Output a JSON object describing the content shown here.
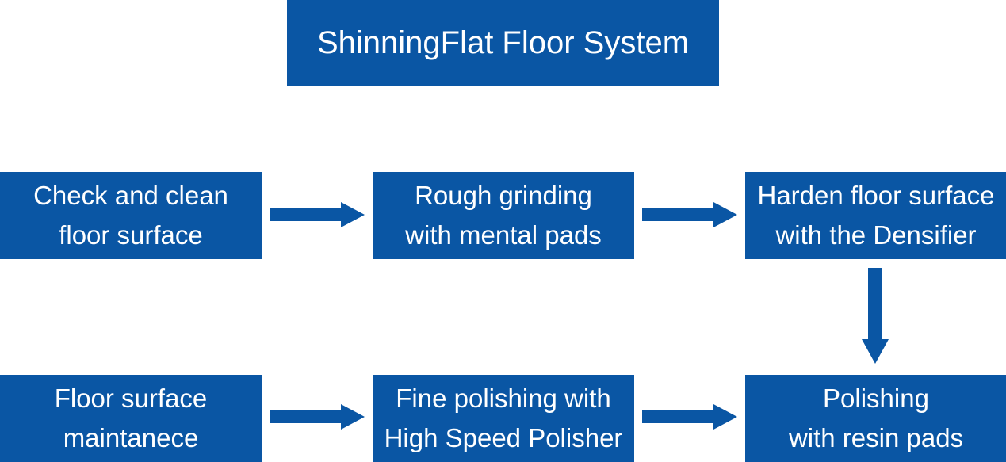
{
  "title": "ShinningFlat Floor System",
  "colors": {
    "box_fill": "#0a56a4",
    "text": "#ffffff",
    "arrow": "#0a56a4"
  },
  "steps": [
    {
      "line1": "Check and clean",
      "line2": "floor surface"
    },
    {
      "line1": "Rough grinding",
      "line2": "with mental pads"
    },
    {
      "line1": "Harden floor surface",
      "line2": "with the Densifier"
    },
    {
      "line1": "Polishing",
      "line2": "with resin pads"
    },
    {
      "line1": "Fine polishing with",
      "line2": "High Speed Polisher"
    },
    {
      "line1": "Floor surface",
      "line2": "maintanece"
    }
  ]
}
